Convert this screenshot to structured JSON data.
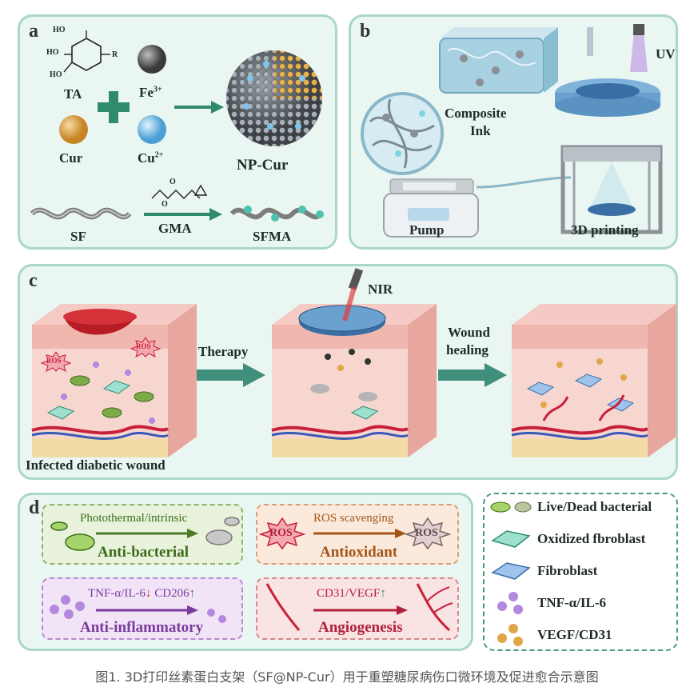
{
  "panel_a": {
    "label": "a",
    "ta": "TA",
    "fe": "Fe",
    "fe_sup": "3+",
    "cur": "Cur",
    "cu": "Cu",
    "cu_sup": "2+",
    "np": "NP-Cur",
    "sf": "SF",
    "gma": "GMA",
    "sfma": "SFMA",
    "ho1": "HO",
    "ho2": "HO",
    "ho3": "HO",
    "r": "R",
    "o1": "O",
    "o2": "O"
  },
  "panel_b": {
    "label": "b",
    "uv": "UV",
    "ink": "Composite\nInk",
    "ink_l1": "Composite",
    "ink_l2": "Ink",
    "pump": "Pump",
    "printing": "3D printing"
  },
  "panel_c": {
    "label": "c",
    "nir": "NIR",
    "therapy": "Therapy",
    "healing_l1": "Wound",
    "healing_l2": "healing",
    "ros": "ROS",
    "infected": "Infected diabetic wound"
  },
  "panel_d": {
    "label": "d",
    "antibac_top": "Photothermal/intrinsic",
    "antibac": "Anti-bacterial",
    "antiox_top": "ROS scavenging",
    "antiox": "Antioxidant",
    "ros": "ROS",
    "inflam_top_a": "TNF-α/IL-6",
    "inflam_top_b": "CD206",
    "inflam": "Anti-inflammatory",
    "angio_top": "CD31/VEGF",
    "angio": "Angiogenesis"
  },
  "legend": {
    "live_dead": "Live/Dead bacterial",
    "oxidized": "Oxidized fbroblast",
    "fibroblast": "Fibroblast",
    "tnf": "TNF-α/IL-6",
    "vegf": "VEGF/CD31"
  },
  "caption": "图1. 3D打印丝素蛋白支架（SF@NP-Cur）用于重塑糖尿病伤口微环境及促进愈合示意图",
  "colors": {
    "panel_bg": "#eaf6f1",
    "panel_border": "#a9d8c6",
    "arrow": "#3f8f7c",
    "cur": "#e1a648",
    "cu": "#7fc4ec",
    "fe": "#555555",
    "inflam": "#9a4fc4",
    "angio": "#b0203a",
    "antiox": "#a35416",
    "antibac": "#3a6d1a"
  }
}
